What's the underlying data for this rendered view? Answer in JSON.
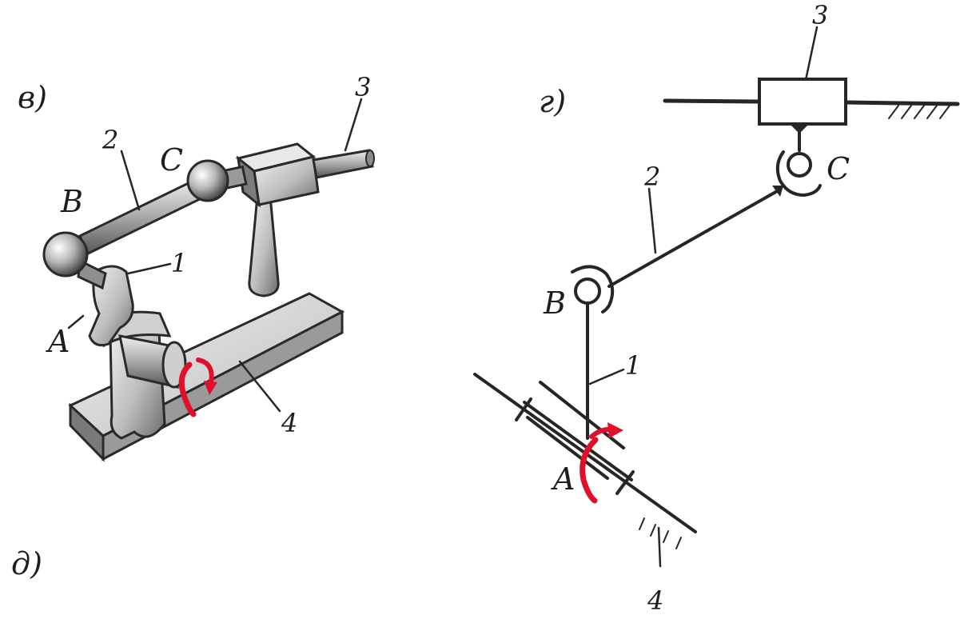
{
  "panels": {
    "left": {
      "tag": "в)",
      "labels": {
        "A": "A",
        "B": "B",
        "C": "C",
        "n1": "1",
        "n2": "2",
        "n3": "3",
        "n4": "4"
      }
    },
    "right": {
      "tag": "г)",
      "labels": {
        "A": "A",
        "B": "B",
        "C": "C",
        "n1": "1",
        "n2": "2",
        "n3": "3",
        "n4": "4"
      }
    },
    "bottom": {
      "tag": "д)"
    }
  },
  "colors": {
    "ink": "#262626",
    "rotation_arrow": "#e0102a",
    "metal_light": "#d9d9d9",
    "metal_dark": "#6f6f6f"
  },
  "icons": [
    "rotation-arrow-icon",
    "revolute-joint-icon",
    "ground-hatch-icon",
    "slider-block-icon"
  ]
}
